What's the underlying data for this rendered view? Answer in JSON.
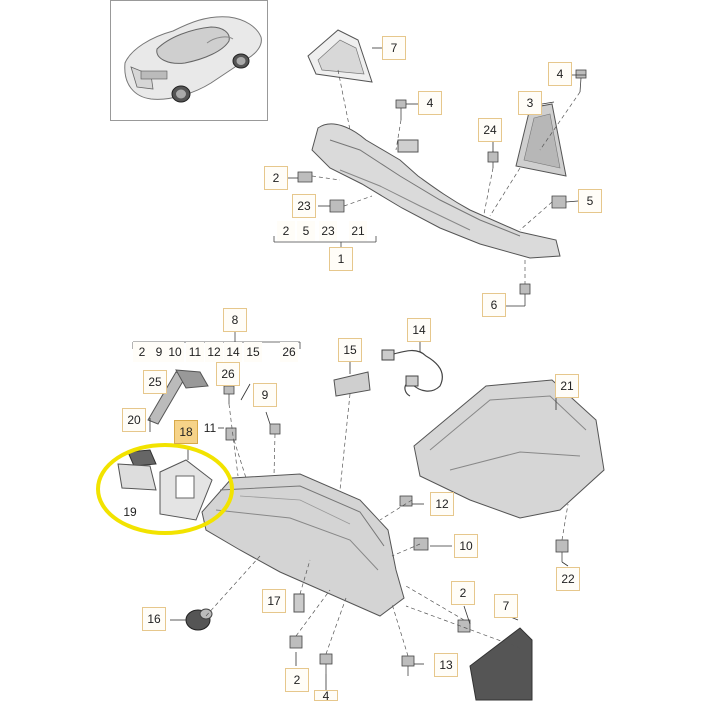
{
  "diagram": {
    "highlight_color": "#f2e300",
    "callouts": [
      {
        "id": "c7a",
        "label": "7"
      },
      {
        "id": "c4a",
        "label": "4"
      },
      {
        "id": "c3",
        "label": "3"
      },
      {
        "id": "c4b",
        "label": "4"
      },
      {
        "id": "c24",
        "label": "24"
      },
      {
        "id": "c2a",
        "label": "2"
      },
      {
        "id": "c23",
        "label": "23"
      },
      {
        "id": "c5",
        "label": "5"
      },
      {
        "id": "c1",
        "label": "1"
      },
      {
        "id": "c6",
        "label": "6"
      },
      {
        "id": "c8",
        "label": "8"
      },
      {
        "id": "c14",
        "label": "14"
      },
      {
        "id": "c15",
        "label": "15"
      },
      {
        "id": "c21",
        "label": "21"
      },
      {
        "id": "c25",
        "label": "25"
      },
      {
        "id": "c26",
        "label": "26"
      },
      {
        "id": "c9",
        "label": "9"
      },
      {
        "id": "c20",
        "label": "20"
      },
      {
        "id": "c18",
        "label": "18"
      },
      {
        "id": "c11",
        "label": "11"
      },
      {
        "id": "c19",
        "label": "19"
      },
      {
        "id": "c12",
        "label": "12"
      },
      {
        "id": "c10",
        "label": "10"
      },
      {
        "id": "c22",
        "label": "22"
      },
      {
        "id": "c16",
        "label": "16"
      },
      {
        "id": "c17",
        "label": "17"
      },
      {
        "id": "c2b",
        "label": "2"
      },
      {
        "id": "c7b",
        "label": "7"
      },
      {
        "id": "c2c",
        "label": "2"
      },
      {
        "id": "c4c",
        "label": "4"
      },
      {
        "id": "c13",
        "label": "13"
      }
    ],
    "group_top": [
      "2",
      "5",
      "23",
      "21"
    ],
    "group_bottom": [
      "2",
      "9",
      "10",
      "11",
      "12",
      "14",
      "15",
      "26"
    ]
  }
}
